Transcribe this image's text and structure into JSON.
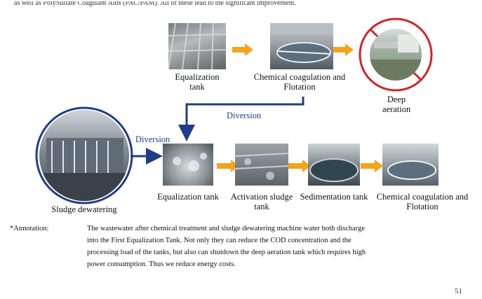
{
  "top_text": "as well as PolySulfate Coagulant Aids (PAC/PAM). All of these lead to the significant improvement.",
  "process_top": [
    {
      "label": "Equalization tank"
    },
    {
      "label": "Chemical coagulation and Flotation"
    },
    {
      "label": "Deep aeration"
    }
  ],
  "process_bottom": [
    {
      "label": "Equalization tank"
    },
    {
      "label": "Activation sludge tank"
    },
    {
      "label": "Sedimentation tank"
    },
    {
      "label": "Chemical coagulation and Flotation"
    }
  ],
  "sludge": {
    "label": "Sludge dewatering"
  },
  "diversion_labels": [
    "Diversion",
    "Diversion"
  ],
  "annotation": {
    "prefix": "*Annotation:",
    "lines": [
      "The wastewater after chemical treatment and sludge dewatering machine water both discharge",
      "into the First Equalization Tank. Not only they can reduce the COD concentration and the",
      "processing load of the tanks, but also can shutdown the deep aeration tank which requires high",
      "power consumption. Thus we reduce energy costs."
    ]
  },
  "page_number": "51",
  "colors": {
    "arrow_orange": "#f5a31a",
    "arrow_blue": "#1f3c88",
    "circle_blue": "#1f3c88",
    "circle_red": "#d0262b"
  }
}
